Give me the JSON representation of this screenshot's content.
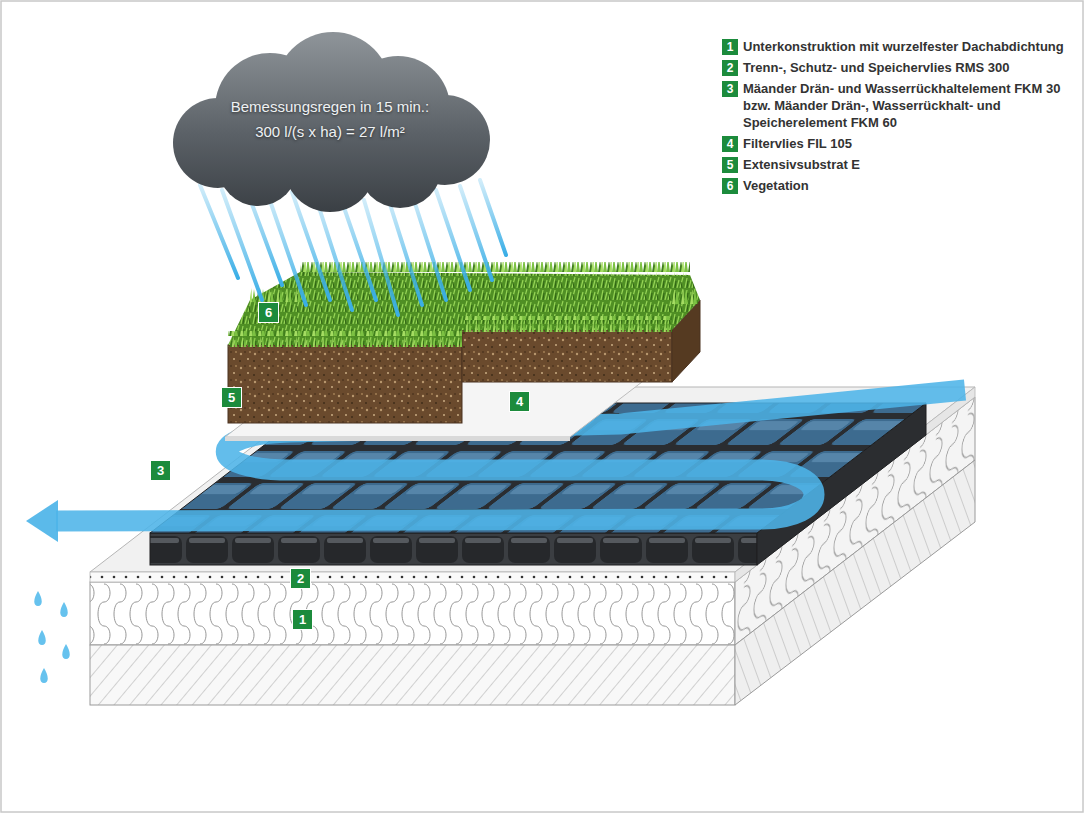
{
  "diagram": {
    "nodes": [
      {
        "text": [
          "Bemessungsregen in 15 min.: 300 l/(s x ha) = 27 l/m²"
        ]
      }
    ],
    "labels": [
      "1",
      "Unterkonstruktion mit wurzelfester Dachabdichtung",
      "2",
      "Trenn-, Schutz- und Speichervlies RMS 300",
      "3",
      "Mäander Drän- und Wasserrückhaltelement FKM 30 bzw. Mäander Drän-, Wasserrückhalt- und Speicherelement FKM 60",
      "4",
      "Filtervlies FIL 105",
      "5",
      "Extensivsubstrat E",
      "6",
      "Vegetation",
      "6",
      "5",
      "4",
      "3",
      "2",
      "1"
    ]
  }
}
